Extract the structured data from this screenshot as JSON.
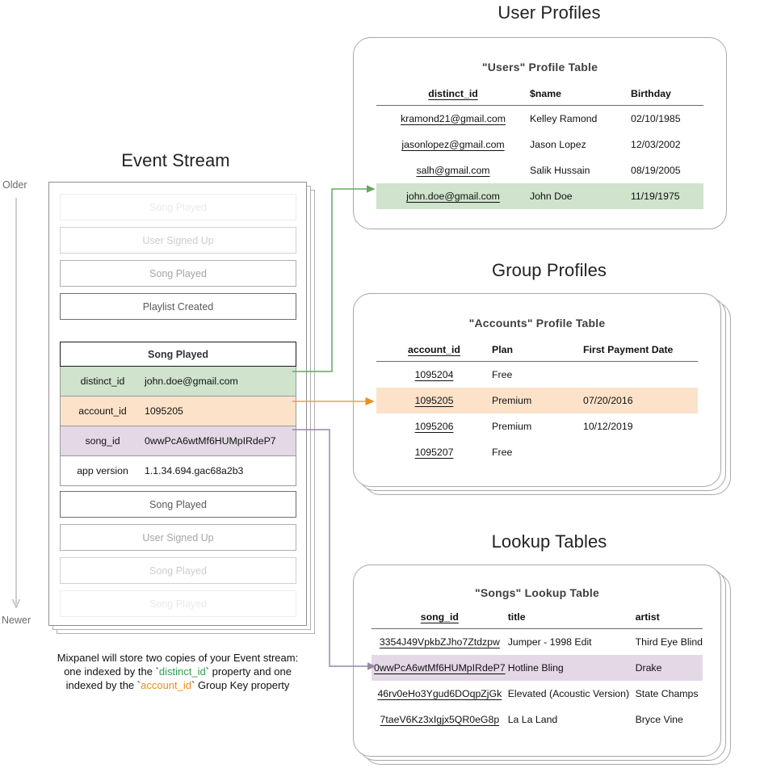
{
  "sections": {
    "event_stream_title": "Event Stream",
    "user_profiles_title": "User Profiles",
    "group_profiles_title": "Group Profiles",
    "lookup_tables_title": "Lookup Tables"
  },
  "axis": {
    "older": "Older",
    "newer": "Newer"
  },
  "event_stream": {
    "events_above": [
      {
        "label": "Song Played",
        "fade": 3
      },
      {
        "label": "User Signed Up",
        "fade": 2
      },
      {
        "label": "Song Played",
        "fade": 1
      },
      {
        "label": "Playlist Created",
        "fade": 0
      }
    ],
    "expanded_event": {
      "name": "Song Played",
      "properties": [
        {
          "key": "distinct_id",
          "value": "john.doe@gmail.com",
          "color": "green"
        },
        {
          "key": "account_id",
          "value": "1095205",
          "color": "orange"
        },
        {
          "key": "song_id",
          "value": "0wwPcA6wtMf6HUMpIRdeP7",
          "color": "purple"
        },
        {
          "key": "app version",
          "value": "1.1.34.694.gac68a2b3",
          "color": "white"
        }
      ]
    },
    "events_below": [
      {
        "label": "Song Played",
        "fade": 0
      },
      {
        "label": "User Signed Up",
        "fade": 1
      },
      {
        "label": "Song Played",
        "fade": 2
      },
      {
        "label": "Song Played",
        "fade": 3
      }
    ]
  },
  "caption": {
    "line1": "Mixpanel will store two copies of your Event stream:",
    "line2_a": "one indexed by the `",
    "line2_token": "distinct_id",
    "line2_b": "` property and one",
    "line3_a": "indexed by the `",
    "line3_token": "account_id",
    "line3_b": "` Group Key property"
  },
  "users_table": {
    "title": "\"Users\" Profile Table",
    "columns": [
      "distinct_id",
      "$name",
      "Birthday"
    ],
    "rows": [
      {
        "cells": [
          "kramond21@gmail.com",
          "Kelley Ramond",
          "02/10/1985"
        ],
        "highlight": "none"
      },
      {
        "cells": [
          "jasonlopez@gmail.com",
          "Jason Lopez",
          "12/03/2002"
        ],
        "highlight": "none"
      },
      {
        "cells": [
          "salh@gmail.com",
          "Salik Hussain",
          "08/19/2005"
        ],
        "highlight": "none"
      },
      {
        "cells": [
          "john.doe@gmail.com",
          "John Doe",
          "11/19/1975"
        ],
        "highlight": "green"
      }
    ]
  },
  "accounts_table": {
    "title": "\"Accounts\" Profile Table",
    "columns": [
      "account_id",
      "Plan",
      "First Payment Date"
    ],
    "rows": [
      {
        "cells": [
          "1095204",
          "Free",
          ""
        ],
        "highlight": "none"
      },
      {
        "cells": [
          "1095205",
          "Premium",
          "07/20/2016"
        ],
        "highlight": "orange"
      },
      {
        "cells": [
          "1095206",
          "Premium",
          "10/12/2019"
        ],
        "highlight": "none"
      },
      {
        "cells": [
          "1095207",
          "Free",
          ""
        ],
        "highlight": "none"
      }
    ]
  },
  "songs_table": {
    "title": "\"Songs\" Lookup Table",
    "columns": [
      "song_id",
      "title",
      "artist"
    ],
    "rows": [
      {
        "cells": [
          "3354J49VpkbZJho7Ztdzpw",
          "Jumper - 1998 Edit",
          "Third Eye Blind"
        ],
        "highlight": "none"
      },
      {
        "cells": [
          "0wwPcA6wtMf6HUMpIRdeP7",
          "Hotline Bling",
          "Drake"
        ],
        "highlight": "purple"
      },
      {
        "cells": [
          "46rv0eHo3Ygud6DOqpZjGk",
          "Elevated (Acoustic Version)",
          "State Champs"
        ],
        "highlight": "none"
      },
      {
        "cells": [
          "7taeV6Kz3xIgjx5QR0eG8p",
          "La La Land",
          "Bryce Vine"
        ],
        "highlight": "none"
      }
    ]
  },
  "colors": {
    "green": "#cfe3cd",
    "orange": "#fce2c9",
    "purple": "#e4d8e6",
    "green_line": "#63a963",
    "orange_line": "#e8a33d",
    "purple_line": "#9c86a8",
    "token_green": "#2e9e52",
    "token_orange": "#f08a1e"
  }
}
